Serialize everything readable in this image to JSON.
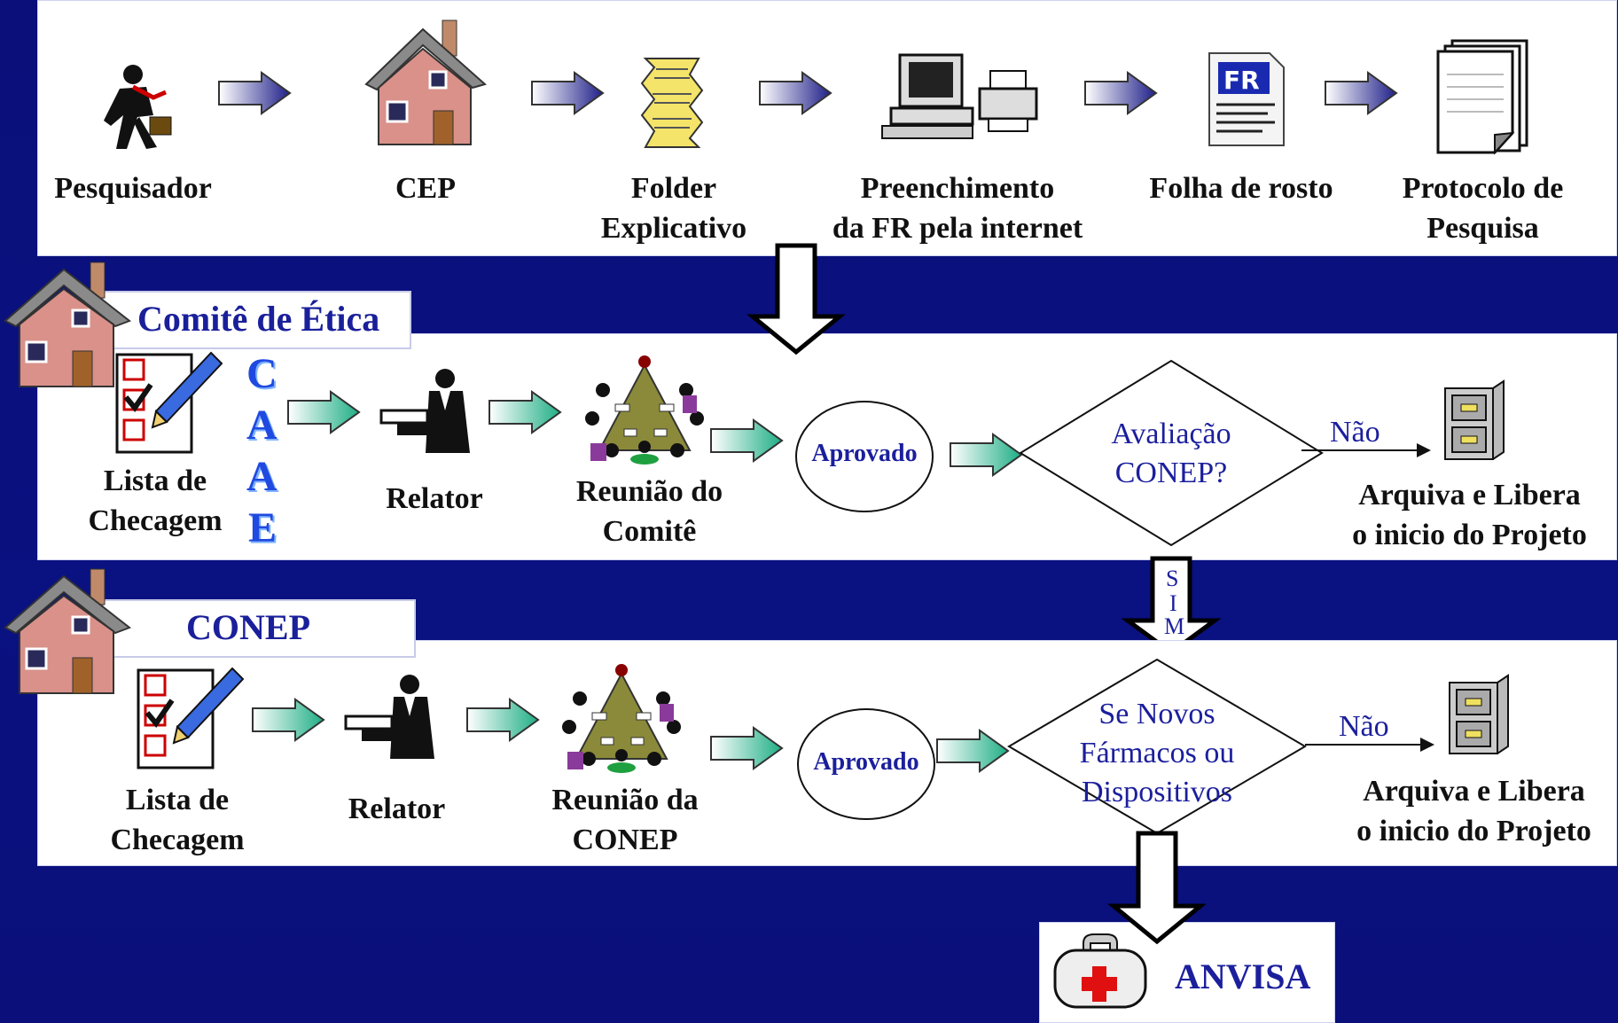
{
  "top_flow": {
    "steps": [
      {
        "label_lines": [
          "Pesquisador"
        ],
        "icon": "researcher-icon"
      },
      {
        "label_lines": [
          "CEP"
        ],
        "icon": "house-icon"
      },
      {
        "label_lines": [
          "Folder",
          "Explicativo"
        ],
        "icon": "folder-icon"
      },
      {
        "label_lines": [
          "Preenchimento",
          "da FR pela internet"
        ],
        "icon": "computer-printer-icon"
      },
      {
        "label_lines": [
          "Folha de rosto"
        ],
        "icon": "document-fr-icon"
      },
      {
        "label_lines": [
          "Protocolo de",
          "Pesquisa"
        ],
        "icon": "paper-stack-icon"
      }
    ]
  },
  "comite": {
    "title": "Comitê de Ética",
    "caae": [
      "C",
      "A",
      "A",
      "E"
    ],
    "checklist_lines": [
      "Lista de",
      "Checagem"
    ],
    "relator": "Relator",
    "meeting_lines": [
      "Reunião do",
      "Comitê"
    ],
    "approved": "Aprovado",
    "decision_lines": [
      "Avaliação",
      "CONEP?"
    ],
    "no_label": "Não",
    "archive_lines": [
      "Arquiva e Libera",
      "o inicio do Projeto"
    ]
  },
  "sim_letters": [
    "S",
    "I",
    "M"
  ],
  "conep": {
    "title": "CONEP",
    "checklist_lines": [
      "Lista de",
      "Checagem"
    ],
    "relator": "Relator",
    "meeting_lines": [
      "Reunião da",
      "CONEP"
    ],
    "approved": "Aprovado",
    "decision_lines": [
      "Se Novos",
      "Fármacos ou",
      "Dispositivos"
    ],
    "no_label": "Não",
    "archive_lines": [
      "Arquiva e Libera",
      "o inicio do Projeto"
    ]
  },
  "anvisa": {
    "label": "ANVISA",
    "icon": "medical-kit-icon"
  },
  "colors": {
    "background": "#0a0f7a",
    "panel": "#ffffff",
    "label_blue": "#1b1f9c",
    "caae_blue": "#1f49e0",
    "arrow_fill_top": "#3a3aa8",
    "arrow_fill_mid": "#2fbf8f"
  }
}
